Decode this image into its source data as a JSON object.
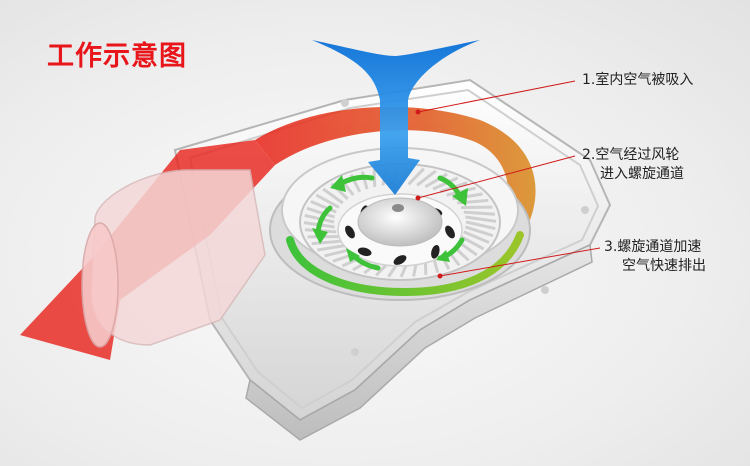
{
  "title": "工作示意图",
  "callouts": [
    {
      "line1": "1.室内空气被吸入",
      "line2": ""
    },
    {
      "line1": "2.空气经过风轮",
      "line2": "进入螺旋通道"
    },
    {
      "line1": "3.螺旋通道加速",
      "line2": "空气快速排出"
    }
  ],
  "colors": {
    "title": "#e8161b",
    "intake_arrow": "#1e7fd6",
    "spiral_arrow": "#e8221a",
    "fan_arrows": "#3ec23a",
    "leader_lines": "#d11a1a"
  },
  "icons": [
    "blower-housing",
    "centrifugal-fan-wheel",
    "outlet-duct"
  ]
}
